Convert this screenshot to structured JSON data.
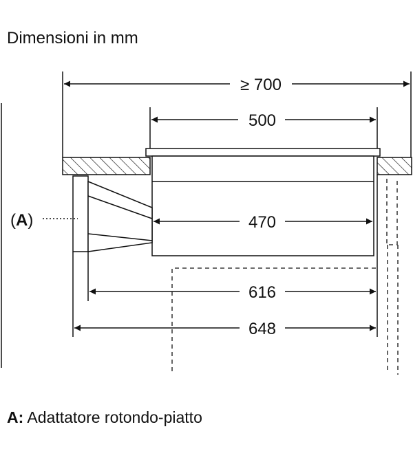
{
  "title": "Dimensioni in mm",
  "dimensions": {
    "total_width": "≥ 700",
    "cooktop_width": "500",
    "unit_width": "470",
    "inner_depth": "616",
    "outer_depth": "648"
  },
  "callout": {
    "open": "(",
    "letter": "A",
    "close": ")"
  },
  "legend": {
    "key": "A:",
    "text": "Adattatore rotondo-piatto"
  },
  "colors": {
    "line": "#111111",
    "background": "#ffffff"
  }
}
